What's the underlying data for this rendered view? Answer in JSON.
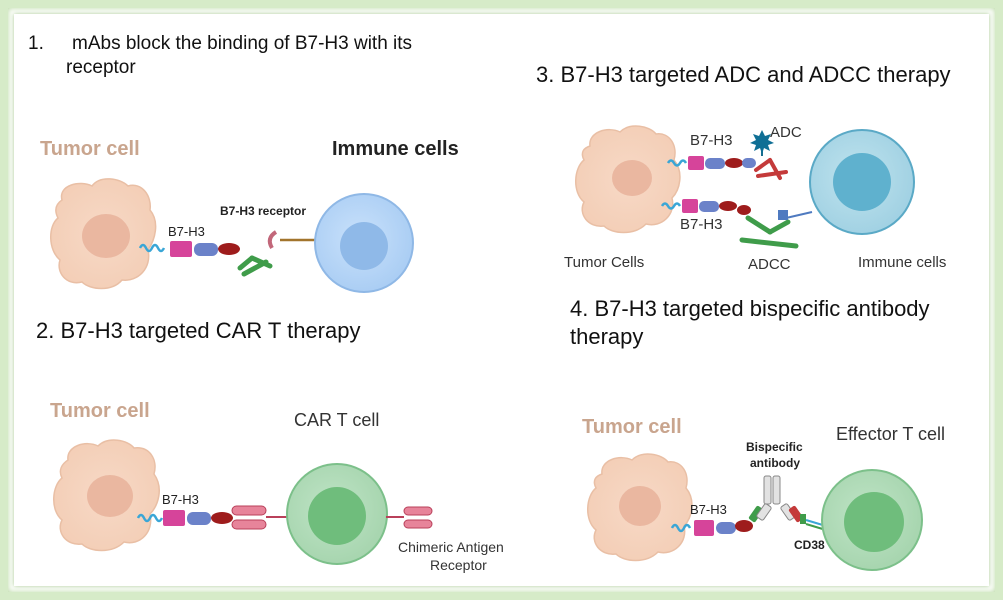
{
  "panel1": {
    "number": "1.",
    "title_line1": "mAbs block the binding of B7-H3 with its",
    "title_line2": "receptor",
    "tumor_label": "Tumor cell",
    "immune_label": "Immune cells",
    "b7h3_label": "B7-H3",
    "receptor_label": "B7-H3 receptor"
  },
  "panel2": {
    "title": "2. B7-H3 targeted CAR T therapy",
    "tumor_label": "Tumor cell",
    "cart_label": "CAR T cell",
    "b7h3_label": "B7-H3",
    "car_line1": "Chimeric Antigen",
    "car_line2": "Receptor"
  },
  "panel3": {
    "title": "3. B7-H3 targeted ADC and ADCC therapy",
    "b7h3_top": "B7-H3",
    "adc_label": "ADC",
    "b7h3_bottom": "B7-H3",
    "tumor_label": "Tumor Cells",
    "adcc_label": "ADCC",
    "immune_label": "Immune cells"
  },
  "panel4": {
    "title_line1": "4. B7-H3 targeted bispecific antibody",
    "title_line2": "therapy",
    "tumor_label": "Tumor cell",
    "effector_label": "Effector T cell",
    "bispecific_line1": "Bispecific",
    "bispecific_line2": "antibody",
    "b7h3_label": "B7-H3",
    "cd38_label": "CD38"
  }
}
